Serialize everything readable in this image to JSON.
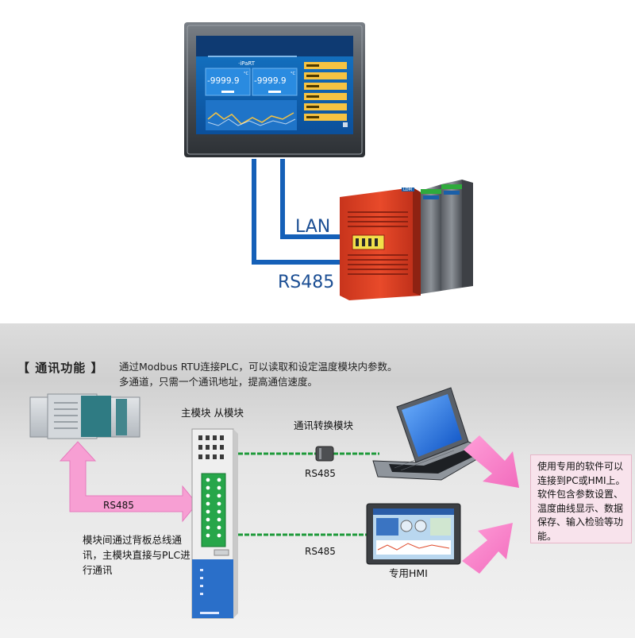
{
  "top_diagram": {
    "hmi_screen": {
      "brand": "·iPaRT",
      "value_left": "-9999.9",
      "value_right": "-9999.9",
      "unit": "°C"
    },
    "lan_label": "LAN",
    "rs485_label": "RS485",
    "plc_module_label": "LDM"
  },
  "comm": {
    "title": "【 通讯功能 】",
    "desc_line1": "通过Modbus RTU连接PLC，可以读取和设定温度模块内参数。",
    "desc_line2": "多通道，只需一个通讯地址，提高通信速度。",
    "module_label": "主模块  从模块",
    "converter_label": "通讯转换模块",
    "rs485_plc": "RS485",
    "rs485_pc": "RS485",
    "rs485_hmi": "RS485",
    "hmi_label": "专用HMI",
    "backplane_note": "模块间通过背板总线通讯，主模块直接与PLC进行通讯",
    "software_note": "使用专用的软件可以连接到PC或HMI上。软件包含参数设置、温度曲线显示、数据保存、输入检验等功能。"
  }
}
